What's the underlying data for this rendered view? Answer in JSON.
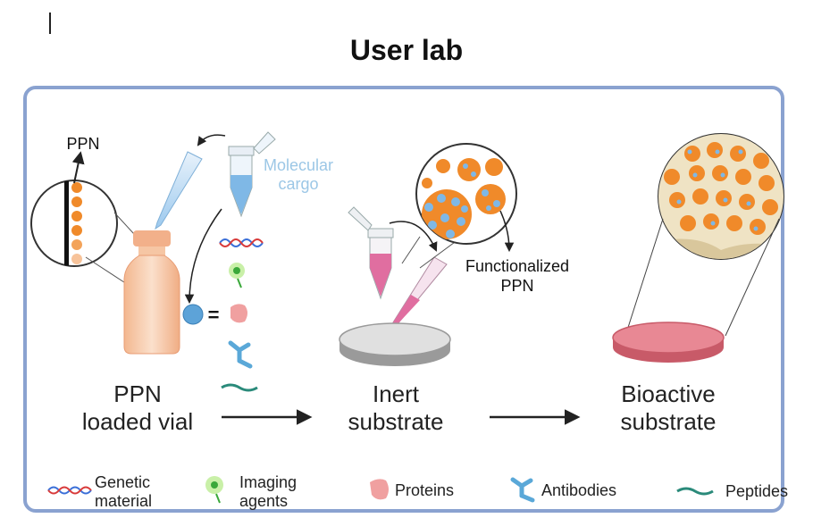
{
  "title": "User lab",
  "labels": {
    "ppn_top": "PPN",
    "molecular_cargo": [
      "Molecular",
      "cargo"
    ],
    "equals": "=",
    "functionalized": [
      "Functionalized",
      "PPN"
    ]
  },
  "steps": [
    {
      "line1": "PPN",
      "line2": "loaded vial"
    },
    {
      "line1": "Inert",
      "line2": "substrate"
    },
    {
      "line1": "Bioactive",
      "line2": "substrate"
    }
  ],
  "legend": [
    {
      "icon": "dna-icon",
      "lines": [
        "Genetic",
        "material"
      ]
    },
    {
      "icon": "imaging-agent-icon",
      "lines": [
        "Imaging",
        "agents"
      ]
    },
    {
      "icon": "protein-icon",
      "lines": [
        "Proteins"
      ]
    },
    {
      "icon": "antibody-icon",
      "lines": [
        "Antibodies"
      ]
    },
    {
      "icon": "peptide-icon",
      "lines": [
        "Peptides"
      ]
    }
  ],
  "colors": {
    "frame": "#8aa2d0",
    "nanoparticle": "#f08a2a",
    "vial": "#f7c9a8",
    "cargo_liquid": "#7fb8e6",
    "pink_liquid": "#e06ea0",
    "inert_disc": "#d4d4d4",
    "bioactive_disc": "#e07a86"
  }
}
